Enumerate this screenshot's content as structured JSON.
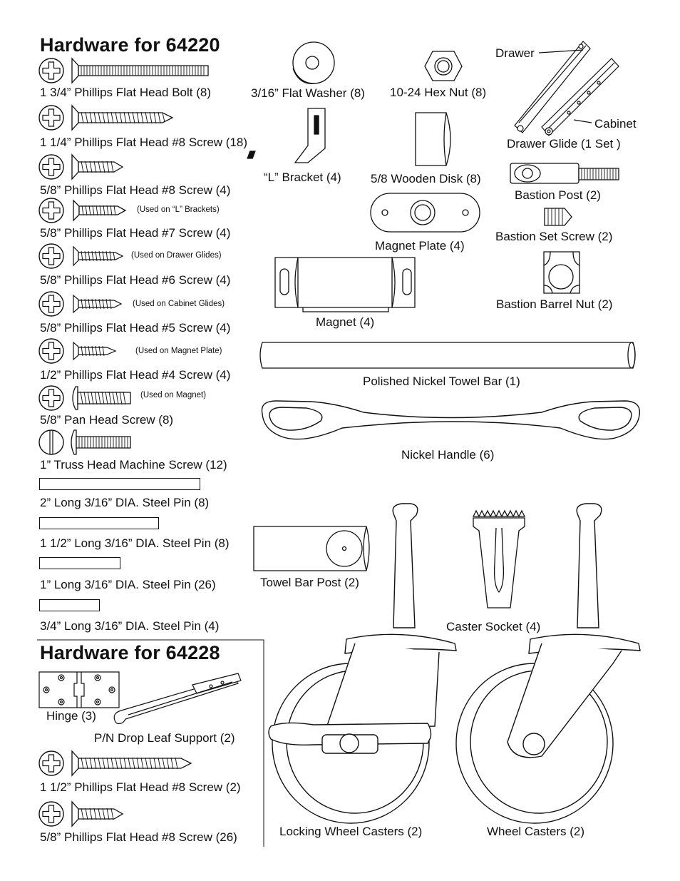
{
  "sections": {
    "s64220": {
      "title": "Hardware for 64220"
    },
    "s64228": {
      "title": "Hardware for 64228"
    }
  },
  "left_items": {
    "bolt_134": "1 3/4” Phillips Flat Head Bolt (8)",
    "screw8_114": "1 1/4” Phillips Flat Head #8 Screw (18)",
    "screw8_58": "5/8” Phillips Flat Head #8 Screw (4)",
    "screw7_58": "5/8” Phillips Flat Head #7 Screw (4)",
    "screw7_note": "(Used on “L” Brackets)",
    "screw6_58": "5/8” Phillips Flat Head #6 Screw (4)",
    "screw6_note": "(Used on Drawer Glides)",
    "screw5_58": "5/8” Phillips Flat Head #5 Screw (4)",
    "screw5_note": "(Used on Cabinet Glides)",
    "screw4_12": "1/2” Phillips Flat Head #4 Screw (4)",
    "screw4_note": "(Used on Magnet Plate)",
    "pan_58": "5/8” Pan Head Screw (8)",
    "pan_note": "(Used on Magnet)",
    "truss_1": "1” Truss Head Machine Screw (12)",
    "pin_2": "2” Long 3/16” DIA. Steel Pin (8)",
    "pin_112": "1 1/2” Long 3/16” DIA. Steel Pin (8)",
    "pin_1": "1” Long 3/16” DIA. Steel Pin (26)",
    "pin_34": "3/4” Long 3/16” DIA. Steel Pin (4)"
  },
  "right_items": {
    "flat_washer": "3/16” Flat Washer (8)",
    "hex_nut": "10-24 Hex Nut (8)",
    "drawer": "Drawer",
    "cabinet": "Cabinet",
    "drawer_glide": "Drawer Glide (1 Set )",
    "l_bracket": "“L” Bracket (4)",
    "wooden_disk": "5/8 Wooden Disk (8)",
    "bastion_post": "Bastion Post (2)",
    "magnet_plate": "Magnet Plate (4)",
    "bastion_set_screw": "Bastion Set Screw (2)",
    "bastion_barrel_nut": "Bastion Barrel Nut (2)",
    "magnet": "Magnet (4)",
    "towel_bar": "Polished Nickel Towel Bar (1)",
    "nickel_handle": "Nickel Handle (6)",
    "towel_bar_post": "Towel Bar Post (2)",
    "caster_socket": "Caster Socket (4)",
    "locking_casters": "Locking Wheel Casters (2)",
    "wheel_casters": "Wheel Casters (2)"
  },
  "s64228_items": {
    "hinge": "Hinge (3)",
    "drop_leaf": "P/N Drop Leaf Support (2)",
    "screw8_112": "1 1/2” Phillips Flat Head #8 Screw (2)",
    "screw8_58b": "5/8” Phillips Flat Head #8 Screw (26)"
  }
}
